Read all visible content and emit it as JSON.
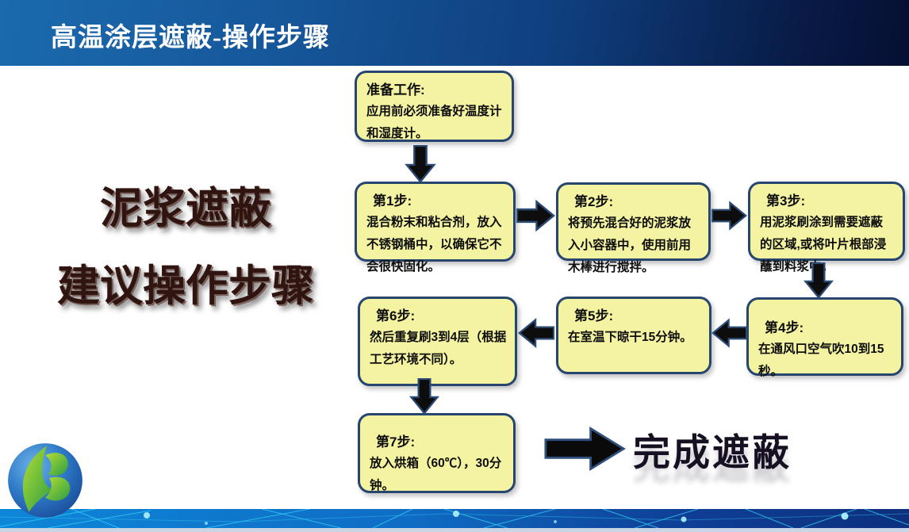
{
  "header": {
    "title": "高温涂层遮蔽-操作步骤"
  },
  "side_title": {
    "line1": "泥浆遮蔽",
    "line2": "建议操作步骤"
  },
  "flow": {
    "prep": {
      "title": "准备工作:",
      "body": "应用前必须准备好温度计和湿度计。"
    },
    "steps": [
      {
        "title": "第1步:",
        "body": "混合粉末和粘合剂，放入不锈钢桶中，以确保它不会很快固化。"
      },
      {
        "title": "第2步:",
        "body": "将预先混合好的泥浆放入小容器中，使用前用木棒进行搅拌。"
      },
      {
        "title": "第3步:",
        "body": "用泥浆刷涂到需要遮蔽的区域,或将叶片根部浸蘸到料浆中。"
      },
      {
        "title": "第4步:",
        "body": "在通风口空气吹10到15秒。"
      },
      {
        "title": "第5步:",
        "body": "在室温下晾干15分钟。"
      },
      {
        "title": "第6步:",
        "body": "然后重复刷3到4层（根据工艺环境不同）。"
      },
      {
        "title": "第7步:",
        "body": "放入烘箱（60℃），30分钟。"
      }
    ],
    "finish": "完成遮蔽"
  },
  "icons": {
    "logo": "yb-leaf-globe-logo",
    "arrows": [
      "arrow-down-icon",
      "arrow-right-icon",
      "arrow-left-icon",
      "big-arrow-right-icon"
    ]
  },
  "colors": {
    "header_left": "#1b6aae",
    "header_right": "#060f33",
    "box_fill": "#f3f3a2",
    "box_border": "#26456f",
    "arrow_fill": "#0d0d0d",
    "arrow_outline": "#2b4a74",
    "side_title_text": "#2f1410",
    "finish_text": "#171023",
    "footer_bright": "#0e86d8",
    "footer_dark": "#0d2f7e",
    "footer_lines": "#35d3f7"
  }
}
